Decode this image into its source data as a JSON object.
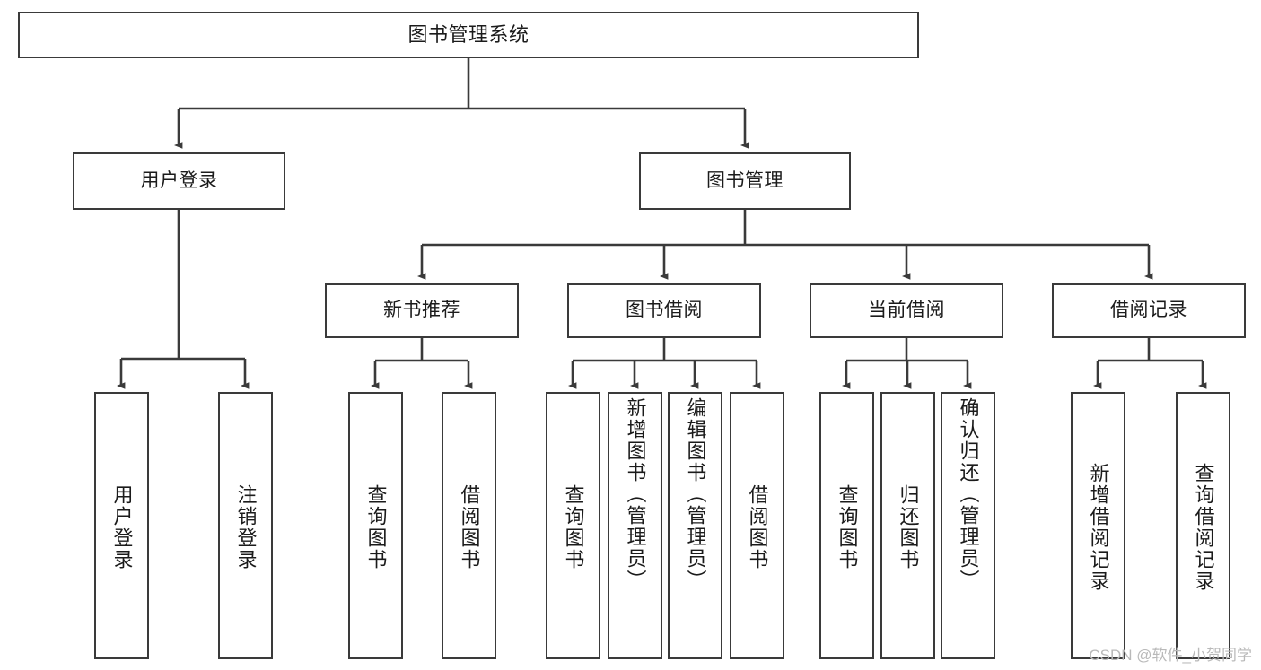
{
  "diagram": {
    "title": "图书管理系统",
    "type": "tree-hierarchy-chart",
    "colors": {
      "box_border": "#3a3a3a",
      "box_fill": "#ffffff",
      "line": "#3a3a3a",
      "text": "#1b1b1b",
      "watermark": "#b9b9b9",
      "background": "#ffffff"
    }
  },
  "watermark": {
    "text": "CSDN @软件_小贺同学"
  },
  "nodes": {
    "root": {
      "label": "图书管理系统"
    },
    "level2": [
      {
        "id": "user-login",
        "label": "用户登录"
      },
      {
        "id": "book-management",
        "label": "图书管理"
      }
    ],
    "level3": [
      {
        "id": "new-book-recommend",
        "label": "新书推荐"
      },
      {
        "id": "book-borrow",
        "label": "图书借阅"
      },
      {
        "id": "current-borrow",
        "label": "当前借阅"
      },
      {
        "id": "borrow-record",
        "label": "借阅记录"
      }
    ],
    "leaves": {
      "user_login": [
        {
          "id": "leaf-user-login",
          "label": "用户登录"
        },
        {
          "id": "leaf-logout-login",
          "label": "注销登录"
        }
      ],
      "new_book_recommend": [
        {
          "id": "leaf-query-book-1",
          "label": "查询图书"
        },
        {
          "id": "leaf-borrow-book-1",
          "label": "借阅图书"
        }
      ],
      "book_borrow": [
        {
          "id": "leaf-query-book-2",
          "label": "查询图书"
        },
        {
          "id": "leaf-add-book",
          "label": "新增图书（管理员）"
        },
        {
          "id": "leaf-edit-book",
          "label": "编辑图书（管理员）"
        },
        {
          "id": "leaf-borrow-book-2",
          "label": "借阅图书"
        }
      ],
      "current_borrow": [
        {
          "id": "leaf-query-book-3",
          "label": "查询图书"
        },
        {
          "id": "leaf-return-book",
          "label": "归还图书"
        },
        {
          "id": "leaf-confirm-return",
          "label": "确认归还（管理员）"
        }
      ],
      "borrow_record": [
        {
          "id": "leaf-add-record",
          "label": "新增借阅记录"
        },
        {
          "id": "leaf-query-record",
          "label": "查询借阅记录"
        }
      ]
    }
  }
}
